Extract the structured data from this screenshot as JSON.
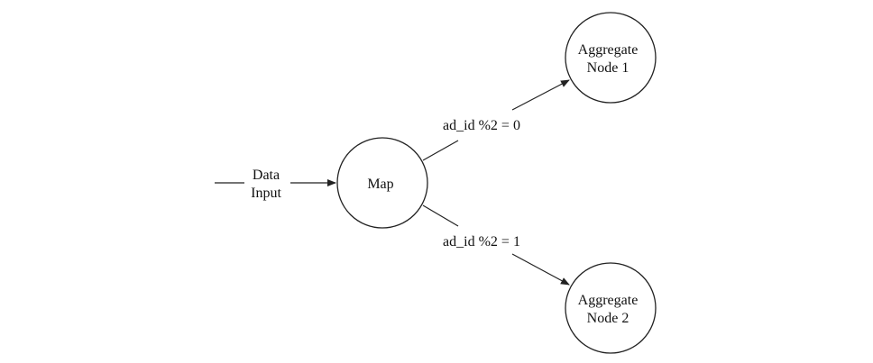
{
  "input": {
    "label_line1": "Data",
    "label_line2": "Input"
  },
  "nodes": {
    "map": {
      "label": "Map"
    },
    "aggregate1": {
      "label_line1": "Aggregate",
      "label_line2": "Node 1"
    },
    "aggregate2": {
      "label_line1": "Aggregate",
      "label_line2": "Node 2"
    }
  },
  "edges": {
    "to_aggregate1": {
      "label": "ad_id %2 = 0"
    },
    "to_aggregate2": {
      "label": "ad_id %2 = 1"
    }
  },
  "colors": {
    "stroke": "#222222",
    "text": "#111111",
    "background": "#ffffff"
  }
}
